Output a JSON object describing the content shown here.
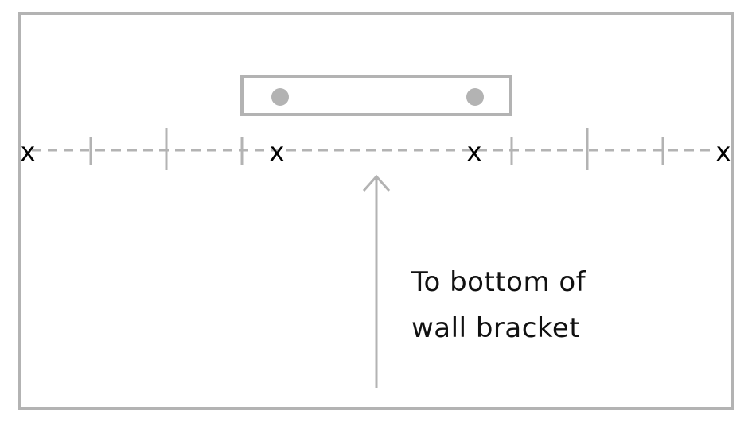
{
  "annotation": {
    "lines": [
      "To bottom of",
      "wall bracket"
    ]
  },
  "markers": {
    "symbol": "x"
  },
  "colors": {
    "frame": "#b3b3b3",
    "bracket": "#b3b3b3",
    "dashed_line": "#b3b3b3",
    "arrow": "#b3b3b3",
    "text": "#111111",
    "markers": "#000000"
  }
}
